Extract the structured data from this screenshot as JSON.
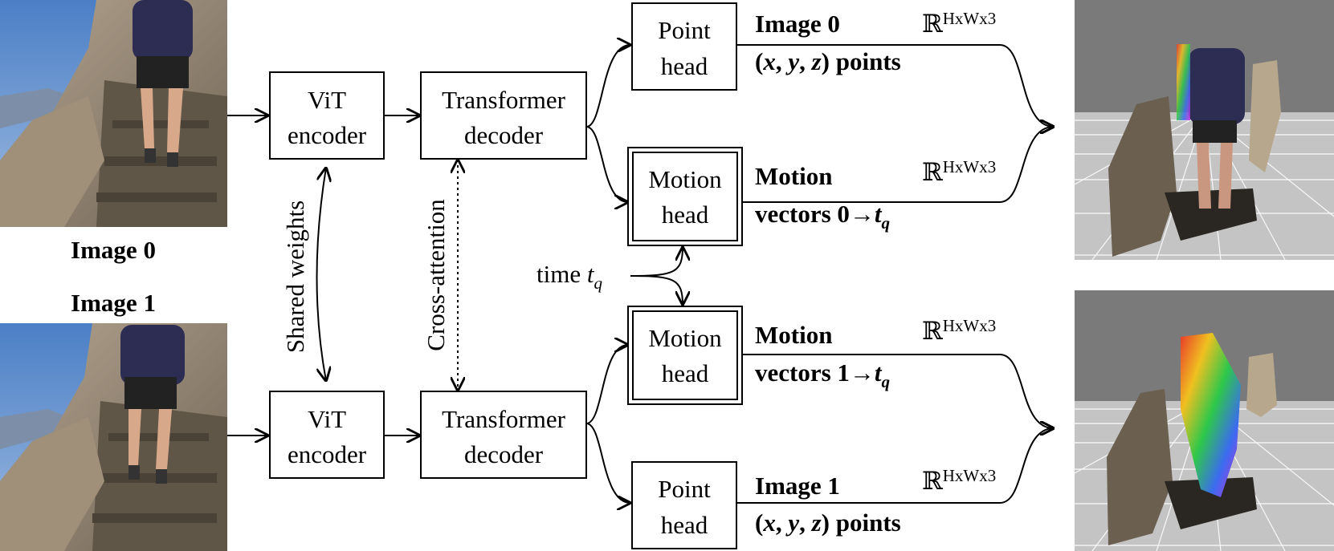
{
  "input_images": {
    "image0_label": "Image 0",
    "image1_label": "Image 1"
  },
  "encoders": {
    "top_line1": "ViT",
    "top_line2": "encoder",
    "bottom_line1": "ViT",
    "bottom_line2": "encoder",
    "shared_label": "Shared weights"
  },
  "decoders": {
    "top_line1": "Transformer",
    "top_line2": "decoder",
    "bottom_line1": "Transformer",
    "bottom_line2": "decoder",
    "cross_label": "Cross-attention"
  },
  "time": {
    "label": "time ",
    "t": "t",
    "sub": "q"
  },
  "heads": {
    "point_top_line1": "Point",
    "point_top_line2": "head",
    "motion_top_line1": "Motion",
    "motion_top_line2": "head",
    "motion_bottom_line1": "Motion",
    "motion_bottom_line2": "head",
    "point_bottom_line1": "Point",
    "point_bottom_line2": "head"
  },
  "outputs": {
    "o1_line1": "Image 0",
    "o2_line1": "Motion",
    "o2_line2": "vectors 0→",
    "o3_line1": "Motion",
    "o3_line2": "vectors 1→",
    "o4_line1": "Image 1",
    "points_open": "(",
    "x": "x",
    "y": "y",
    "z": "z",
    "sep": ", ",
    "points_close": ") points",
    "t": "t",
    "sub": "q",
    "dim_R": "ℝ",
    "dim_sup": "HxWx3"
  },
  "colors": {
    "sky": "#6c93c9",
    "rock": "#9a8a74",
    "backpack": "#2d2c52",
    "floor": "#c4c4c4",
    "backdrop": "#7a7a7a"
  }
}
